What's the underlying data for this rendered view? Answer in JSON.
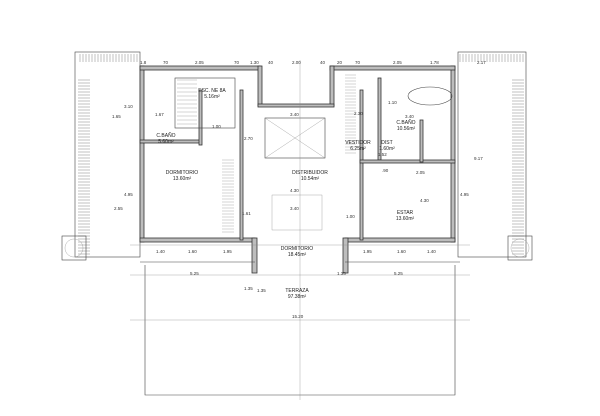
{
  "rooms": [
    {
      "name": "ESC. NE 8A",
      "area": "5.16m²"
    },
    {
      "name": "C.BAÑO",
      "area": "5.60m²"
    },
    {
      "name": "DORMITORIO",
      "area": "13.60m²"
    },
    {
      "name": "DISTRIBUIDOR",
      "area": "10.54m²"
    },
    {
      "name": "VESTIDOR",
      "area": "6.25m²"
    },
    {
      "name": "DIST",
      "area": "1.60m²"
    },
    {
      "name": "C.BAÑO",
      "area": "10.56m²"
    },
    {
      "name": "ESTAR",
      "area": "13.60m²"
    },
    {
      "name": "DORMITORIO",
      "area": "18.45m²"
    },
    {
      "name": "TERRAZA",
      "area": "97.38m²"
    }
  ],
  "dimensions": {
    "top": [
      "1.8",
      "70",
      "2.05",
      "70",
      "1.30",
      "40",
      "2.00",
      "40",
      "20",
      "70",
      "2.05",
      "1.78",
      "2.17"
    ],
    "left": [
      "1.65",
      "3.10",
      "4.95",
      "2.55"
    ],
    "right": [
      "9.17",
      "4.95"
    ],
    "bottom_row": [
      "1.40",
      "1.60",
      "1.95",
      "1.95",
      "1.60",
      "1.40"
    ],
    "terrace": [
      "5.25",
      "5.25",
      "1.35",
      "1.35",
      "15.20",
      "1.35"
    ],
    "interior": [
      "3.40",
      "2.70",
      "4.30",
      "3.40",
      "1.00",
      "1.00",
      "2.30",
      "3.40",
      "1.10",
      "1.52",
      "1.67",
      "1.61",
      "4.30",
      "2.05",
      ".90"
    ]
  }
}
